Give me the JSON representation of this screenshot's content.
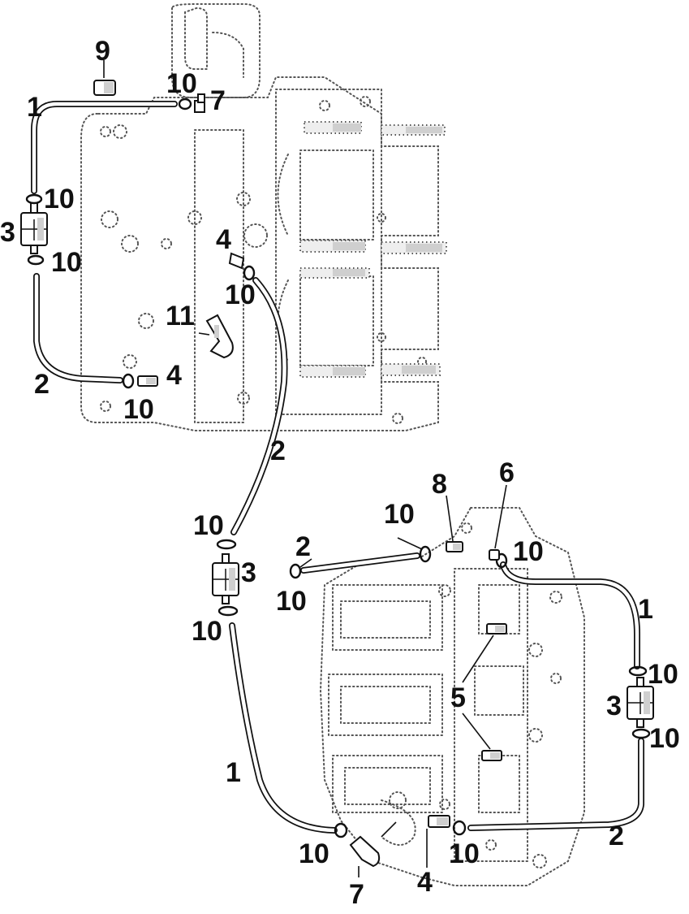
{
  "diagram": {
    "callouts": {
      "c9": "9",
      "c10a": "10",
      "c7a": "7",
      "c1a": "1",
      "c10b": "10",
      "c3a": "3",
      "c10c": "10",
      "c4a": "4",
      "c10d": "10",
      "c11": "11",
      "c2a": "2",
      "c4b": "4",
      "c10e": "10",
      "c2b": "2",
      "c10f": "10",
      "c3b": "3",
      "c10g": "10",
      "c2c": "2",
      "c10h": "10",
      "c10i": "10",
      "c8": "8",
      "c6": "6",
      "c10j": "10",
      "c1b": "1",
      "c10k": "10",
      "c3c": "3",
      "c10l": "10",
      "c5": "5",
      "c1c": "1",
      "c2d": "2",
      "c10m": "10",
      "c10n": "10",
      "c7b": "7",
      "c4c": "4"
    },
    "colors": {
      "ink": "#111111",
      "dotted_outline": "#555555",
      "shading": "#cfcfcf",
      "background": "#ffffff"
    }
  }
}
